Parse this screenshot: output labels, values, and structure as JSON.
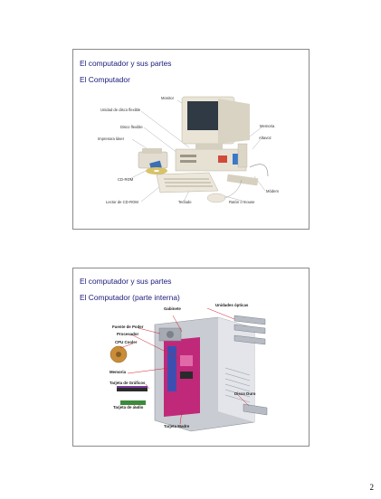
{
  "page_number": "2",
  "slides": [
    {
      "title": "El computador y sus partes",
      "subtitle": "El Computador",
      "labels": {
        "monitor": "Monitor",
        "floppy_unit": "Unidad de disco flexible",
        "floppy_disk": "Disco flexible",
        "laser_printer": "Impresora láser",
        "memory": "Memoria",
        "speaker": "Altavoz",
        "cdrom": "CD-ROM",
        "modem": "Módem",
        "cdrom_reader": "Lector de CD-ROM",
        "keyboard": "Teclado",
        "mouse": "Ratón o mouse"
      }
    },
    {
      "title": "El computador y sus partes",
      "subtitle": "El Computador (parte interna)",
      "labels": {
        "cabinet": "Gabinete",
        "optical_units": "Unidades ópticas",
        "power_supply": "Fuente de Poder",
        "processor": "Procesador",
        "cpu_cooler": "CPU Cooler",
        "memory": "Memoria",
        "graphics_card": "Tarjeta de Gráficos",
        "hard_disk": "Disco Duro",
        "audio_card": "Tarjeta de audio",
        "motherboard": "Tarjeta Madre"
      }
    }
  ]
}
